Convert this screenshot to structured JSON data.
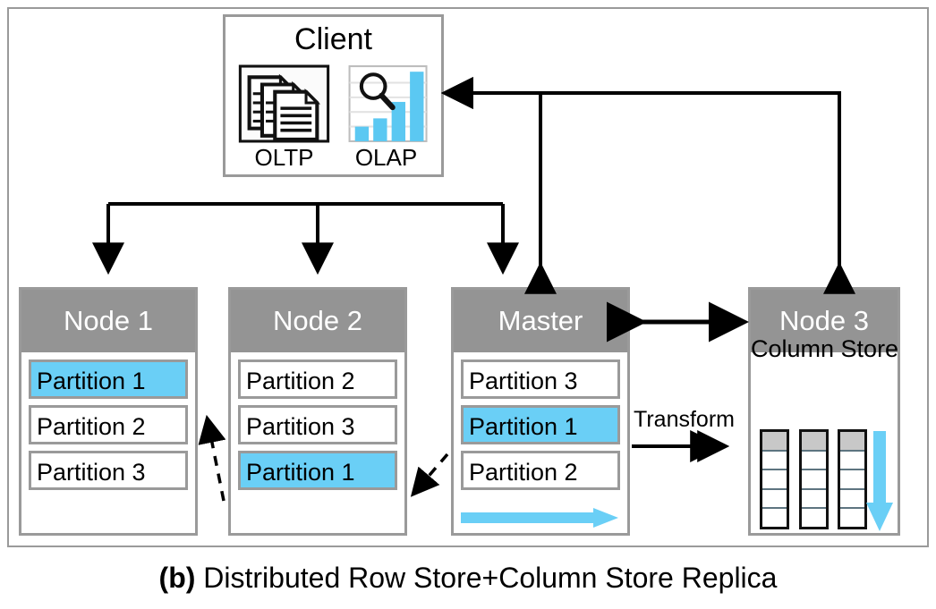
{
  "figure": {
    "caption_prefix": "(b)",
    "caption_text": "Distributed Row Store+Column Store Replica"
  },
  "colors": {
    "highlight_blue": "#6ACFF6",
    "node_header_gray": "#949494",
    "border_gray": "#9a9a9a",
    "column_head_gray": "#c8c8c8"
  },
  "client": {
    "title": "Client",
    "oltp": {
      "label": "OLTP",
      "icon": "stacked-documents-icon"
    },
    "olap": {
      "label": "OLAP",
      "icon": "bar-chart-magnifier-icon",
      "bars": [
        1,
        1.6,
        3.1,
        4.6
      ]
    }
  },
  "nodes": [
    {
      "id": "node1",
      "title": "Node 1",
      "partitions": [
        {
          "label": "Partition 1",
          "highlighted": true
        },
        {
          "label": "Partition 2",
          "highlighted": false
        },
        {
          "label": "Partition 3",
          "highlighted": false
        }
      ]
    },
    {
      "id": "node2",
      "title": "Node 2",
      "partitions": [
        {
          "label": "Partition 2",
          "highlighted": false
        },
        {
          "label": "Partition 3",
          "highlighted": false
        },
        {
          "label": "Partition 1",
          "highlighted": true
        }
      ]
    },
    {
      "id": "master",
      "title": "Master",
      "partitions": [
        {
          "label": "Partition 3",
          "highlighted": false
        },
        {
          "label": "Partition 1",
          "highlighted": true
        },
        {
          "label": "Partition 2",
          "highlighted": false
        }
      ]
    },
    {
      "id": "node3",
      "title": "Node 3",
      "column_store_label": "Column Store",
      "columns": 3,
      "cells_per_column": 5
    }
  ],
  "edges": {
    "transform_label": "Transform"
  }
}
